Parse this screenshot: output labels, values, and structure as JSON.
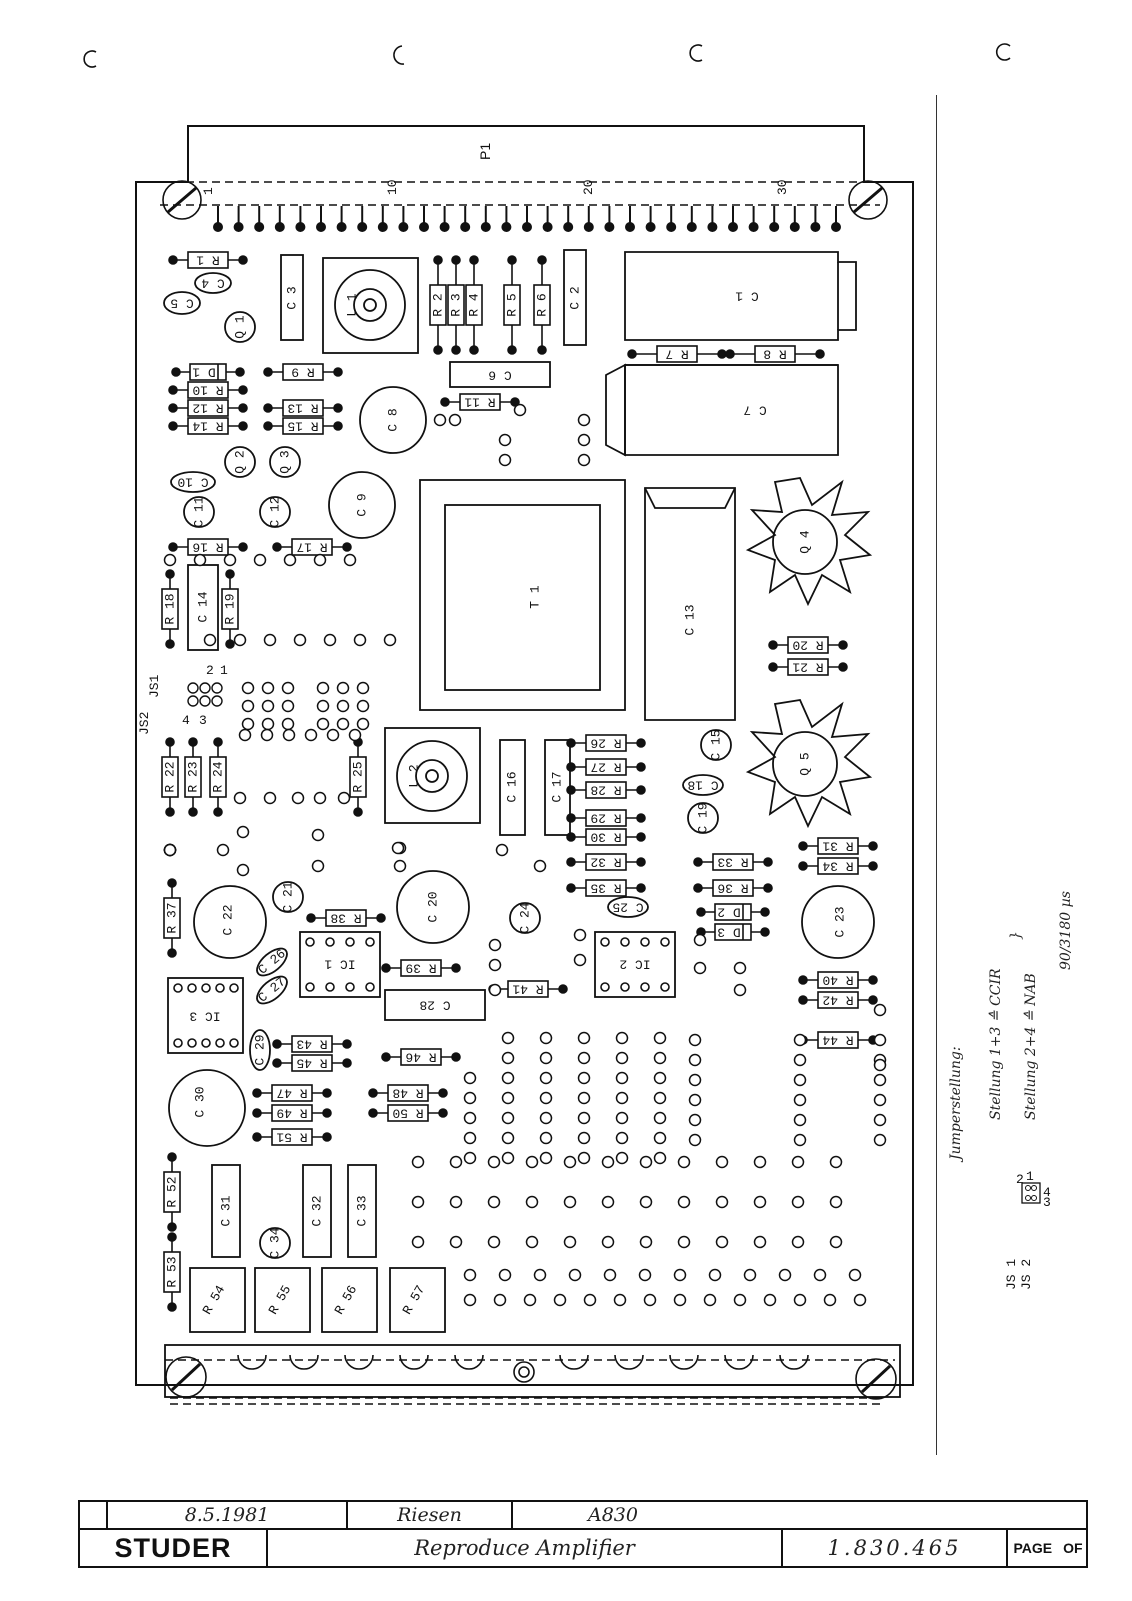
{
  "connector": {
    "label": "P1",
    "pins": [
      "1",
      "10",
      "20",
      "30"
    ]
  },
  "resistors": {
    "R1": "R 1",
    "R2": "R 2",
    "R3": "R 3",
    "R4": "R 4",
    "R5": "R 5",
    "R6": "R 6",
    "R7": "R 7",
    "R8": "R 8",
    "R9": "R 9",
    "R10": "R 10",
    "R11": "R 11",
    "R12": "R 12",
    "R13": "R 13",
    "R14": "R 14",
    "R15": "R 15",
    "R16": "R 16",
    "R17": "R 17",
    "R18": "R 18",
    "R19": "R 19",
    "R20": "R 20",
    "R21": "R 21",
    "R22": "R 22",
    "R23": "R 23",
    "R24": "R 24",
    "R25": "R 25",
    "R26": "R 26",
    "R27": "R 27",
    "R28": "R 28",
    "R29": "R 29",
    "R30": "R 30",
    "R31": "R 31",
    "R32": "R 32",
    "R33": "R 33",
    "R34": "R 34",
    "R35": "R 35",
    "R36": "R 36",
    "R37": "R 37",
    "R38": "R 38",
    "R39": "R 39",
    "R40": "R 40",
    "R41": "R 41",
    "R42": "R 42",
    "R43": "R 43",
    "R44": "R 44",
    "R45": "R 45",
    "R46": "R 46",
    "R47": "R 47",
    "R48": "R 48",
    "R49": "R 49",
    "R50": "R 50",
    "R51": "R 51",
    "R52": "R 52",
    "R53": "R 53",
    "R54": "R 54",
    "R55": "R 55",
    "R56": "R 56",
    "R57": "R 57"
  },
  "capacitors": {
    "C1": "C 1",
    "C2": "C 2",
    "C3": "C 3",
    "C4": "C 4",
    "C5": "C 5",
    "C6": "C 6",
    "C7": "C 7",
    "C8": "C 8",
    "C9": "C 9",
    "C10": "C 10",
    "C11": "C 11",
    "C12": "C 12",
    "C13": "C 13",
    "C14": "C 14",
    "C15": "C 15",
    "C16": "C 16",
    "C17": "C 17",
    "C18": "C 18",
    "C19": "C 19",
    "C20": "C 20",
    "C21": "C 21",
    "C22": "C 22",
    "C23": "C 23",
    "C24": "C 24",
    "C25": "C 25",
    "C26": "C 26",
    "C27": "C 27",
    "C28": "C 28",
    "C29": "C 29",
    "C30": "C 30",
    "C31": "C 31",
    "C32": "C 32",
    "C33": "C 33",
    "C34": "C 34"
  },
  "semis": {
    "Q1": "Q 1",
    "Q2": "Q 2",
    "Q3": "Q 3",
    "Q4": "Q 4",
    "Q5": "Q 5",
    "D1": "D 1",
    "D2": "D 2",
    "D3": "D 3",
    "IC1": "IC 1",
    "IC2": "IC 2",
    "IC3": "IC 3"
  },
  "magnetics": {
    "L1": "L 1",
    "L2": "L 2",
    "T1": "T 1"
  },
  "jumpers": {
    "JS1": "JS1",
    "JS2": "JS2",
    "n1": "1",
    "n2": "2",
    "n3": "3",
    "n4": "4"
  },
  "notes": {
    "title": "Jumperstellung:",
    "line1": "Stellung  1+3 ≙  CCIR",
    "line2": "Stellung  2+4 ≙  NAB",
    "time": "90/3180 µs",
    "js1": "JS 1",
    "js2": "JS 2",
    "p1": "1",
    "p2": "2",
    "p3": "3",
    "p4": "4"
  },
  "title_block": {
    "date": "8.5.1981",
    "name": "Riesen",
    "model": "A830",
    "brand": "STUDER",
    "description": "Reproduce  Amplifier",
    "number": "1.830.465",
    "page_label": "PAGE",
    "of_label": "OF"
  }
}
